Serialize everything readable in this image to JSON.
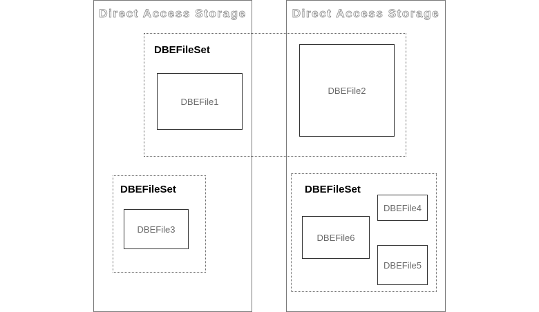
{
  "storage": [
    {
      "title": "Direct Access Storage"
    },
    {
      "title": "Direct Access Storage"
    }
  ],
  "filesets": [
    {
      "label": "DBEFileSet"
    },
    {
      "label": "DBEFileSet"
    },
    {
      "label": "DBEFileSet"
    }
  ],
  "files": [
    {
      "label": "DBEFile1"
    },
    {
      "label": "DBEFile2"
    },
    {
      "label": "DBEFile3"
    },
    {
      "label": "DBEFile4"
    },
    {
      "label": "DBEFile5"
    },
    {
      "label": "DBEFile6"
    }
  ]
}
